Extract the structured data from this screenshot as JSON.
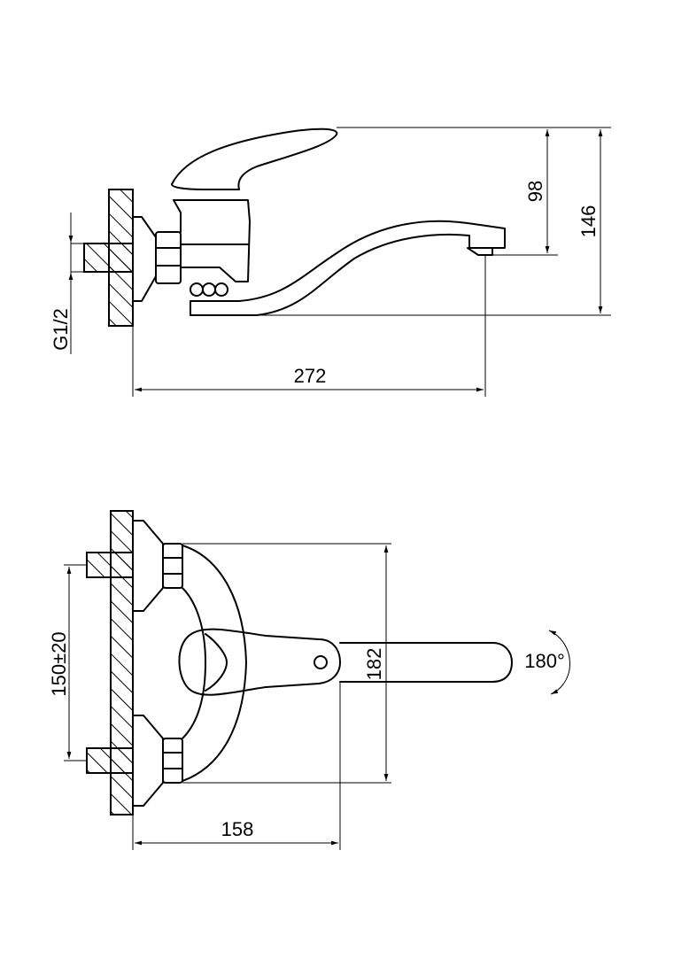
{
  "dimensions": {
    "side_view": {
      "length": "272",
      "spout_height": "98",
      "total_height": "146",
      "thread": "G1/2"
    },
    "front_view": {
      "depth": "158",
      "body_height": "182",
      "center_distance": "150±20",
      "lever_rotation": "180°"
    }
  },
  "colors": {
    "line": "#000000",
    "background": "#ffffff"
  }
}
